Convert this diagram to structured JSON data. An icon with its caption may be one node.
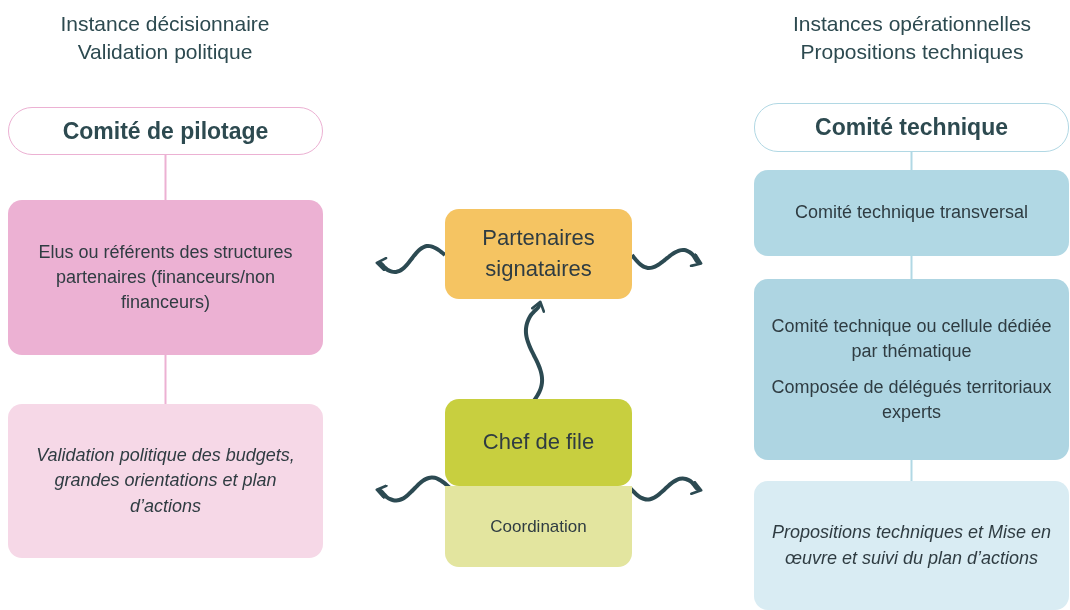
{
  "diagram": {
    "nodes": [
      {
        "text": [
          "Comité de pilotage"
        ]
      },
      {
        "text": [
          "Elus ou référents des structures partenaires (financeurs/non financeurs)"
        ]
      },
      {
        "text": [
          "Validation politique des budgets, grandes orientations et plan d’actions"
        ]
      },
      {
        "text": [
          "Partenaires signataires"
        ]
      },
      {
        "text": [
          "Chef de file"
        ]
      },
      {
        "text": [
          "Coordination"
        ]
      },
      {
        "text": [
          "Comité technique"
        ]
      },
      {
        "text": [
          "Comité technique transversal"
        ]
      },
      {
        "text": [
          "Comité technique ou cellule dédiée par thématique",
          "Composée de délégués territoriaux experts"
        ]
      },
      {
        "text": [
          "Propositions techniques et Mise en œuvre et suivi du plan d’actions"
        ]
      }
    ],
    "edges": [
      {
        "from": 0,
        "to": 1,
        "arrow": "none",
        "color": "#ecb1d3"
      },
      {
        "from": 1,
        "to": 2,
        "arrow": "none",
        "color": "#ecb1d3"
      },
      {
        "from": 3,
        "to": null,
        "arrow": "to",
        "style": "thick"
      },
      {
        "from": 3,
        "to": null,
        "arrow": "to",
        "style": "thick"
      },
      {
        "from": 4,
        "to": 3,
        "arrow": "to",
        "style": "thick"
      },
      {
        "from": 4,
        "to": null,
        "arrow": "to",
        "style": "thick"
      },
      {
        "from": 4,
        "to": null,
        "arrow": "to",
        "style": "thick"
      },
      {
        "from": 6,
        "to": 7,
        "arrow": "none",
        "color": "#b1d8e4"
      },
      {
        "from": 7,
        "to": 8,
        "arrow": "none",
        "color": "#b1d8e4"
      },
      {
        "from": 8,
        "to": 9,
        "arrow": "none",
        "color": "#b1d8e4"
      }
    ],
    "labels": [
      "Instance décisionnaire Validation politique",
      "Instances opérationnelles Propositions techniques"
    ]
  }
}
